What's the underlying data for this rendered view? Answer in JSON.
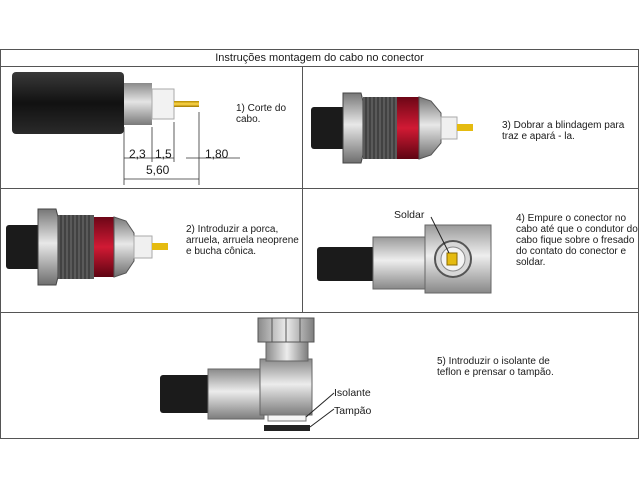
{
  "title": "Instruções montagem do cabo no conector",
  "steps": {
    "s1": "1) Corte do cabo.",
    "s2": "2)  Introduzir a porca, arruela, arruela neoprene e bucha cônica.",
    "s3": "3) Dobrar a blindagem para traz e apará - la.",
    "s4": "4) Empure o conector no cabo até que o condutor do cabo fique sobre o fresado do contato do conector e soldar.",
    "s5": "5) Introduzir o isolante de teflon e prensar o tampão."
  },
  "dims": {
    "d1": "2,3",
    "d2": "1,5",
    "d3": "1,80",
    "d4": "5,60"
  },
  "labels": {
    "soldar": "Soldar",
    "isolante": "Isolante",
    "tampao": "Tampão"
  },
  "colors": {
    "jacket": "#1c1c1c",
    "metal": "#bfbfbf",
    "metal_dark": "#7a7a7a",
    "pin": "#e0b400",
    "red": "#b0122a",
    "line": "#555555"
  }
}
